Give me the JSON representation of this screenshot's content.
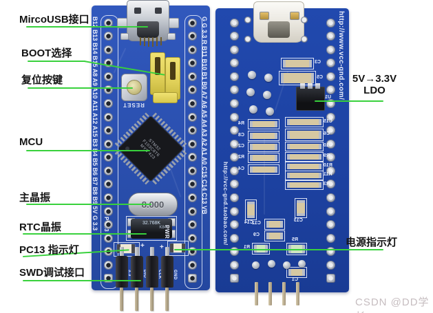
{
  "callouts": {
    "left": [
      {
        "text": "MircoUSB接口"
      },
      {
        "text": "BOOT选择"
      },
      {
        "text": "复位按键"
      },
      {
        "text": "MCU"
      },
      {
        "text": "主晶振"
      },
      {
        "text": "RTC晶振"
      },
      {
        "text": "PC13 指示灯"
      },
      {
        "text": "SWD调试接口"
      }
    ],
    "right_ldo_line1": "5V→3.3V",
    "right_ldo_line2": "LDO",
    "right_power": "电源指示灯"
  },
  "watermark": "CSDN @DD学长",
  "front_board": {
    "left_rail": [
      "B12",
      "B13",
      "B14",
      "B15",
      "A8",
      "A9",
      "A10",
      "A11",
      "A12",
      "A15",
      "B3",
      "B4",
      "B5",
      "B6",
      "B7",
      "B8",
      "B9",
      "5V",
      "G",
      "3.3"
    ],
    "right_rail": [
      "G",
      "G",
      "3.3",
      "R",
      "B11",
      "B10",
      "B1",
      "B0",
      "A7",
      "A6",
      "A5",
      "A4",
      "A3",
      "A2",
      "A1",
      "A0",
      "C15",
      "C14",
      "C13",
      "VB"
    ],
    "reset_label": "RESET",
    "mcu_lines": [
      "STM32",
      "F103C8T6",
      "MYS 423"
    ],
    "crystal_label": "8.000",
    "rtc_label": "32.768K",
    "rtc_label2": "K84",
    "pc13_text": "PC13",
    "pwr_text": "PWR",
    "led_plus": "+",
    "swd_pin_labels": [
      "3.3",
      "DIO",
      "CLK",
      "GND"
    ]
  },
  "back_board": {
    "url_right": "http://www.vcc-gnd.com/",
    "url_left": "http://vcc-gnd.taobao.com/",
    "components_top": [
      "C3",
      "C5",
      "U1"
    ],
    "components_left": [
      "R4",
      "C8",
      "C2",
      "R2",
      "C4"
    ],
    "components_right": [
      "C15",
      "C6",
      "C10",
      "R9",
      "R10",
      "R11",
      "R3"
    ],
    "components_bottom": [
      "C14",
      "C13",
      "C12",
      "C9",
      "R1",
      "R5",
      "C1"
    ]
  },
  "colors": {
    "annotation_line": "#38d13c",
    "front_board_blue": "#2a4fae",
    "back_board_blue": "#1d42a2",
    "silkscreen": "#e9eefb",
    "watermark_gray": "#c6bdc0",
    "background": "#ffffff"
  }
}
